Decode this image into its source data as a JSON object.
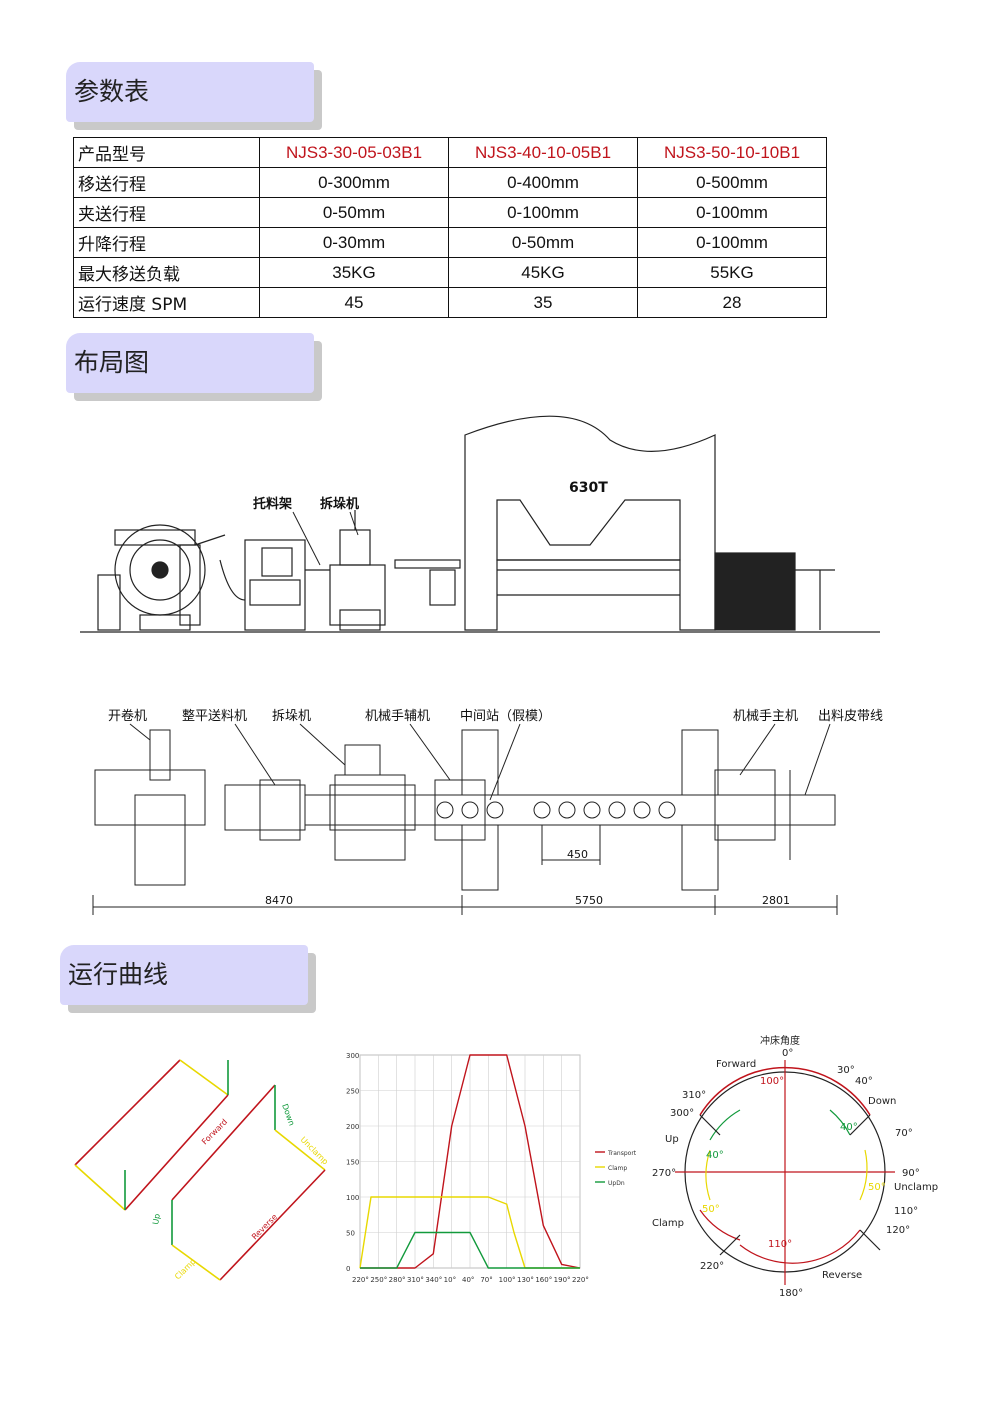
{
  "sections": {
    "params_title": "参数表",
    "layout_title": "布局图",
    "curve_title": "运行曲线"
  },
  "table": {
    "header": {
      "label": "产品型号",
      "models": [
        "NJS3-30-05-03B1",
        "NJS3-40-10-05B1",
        "NJS3-50-10-10B1"
      ]
    },
    "rows": [
      {
        "label": "移送行程",
        "values": [
          "0-300mm",
          "0-400mm",
          "0-500mm"
        ]
      },
      {
        "label": "夹送行程",
        "values": [
          "0-50mm",
          "0-100mm",
          "0-100mm"
        ]
      },
      {
        "label": "升降行程",
        "values": [
          "0-30mm",
          "0-50mm",
          "0-100mm"
        ]
      },
      {
        "label": "最大移送负载",
        "values": [
          "35KG",
          "45KG",
          "55KG"
        ]
      },
      {
        "label": "运行速度 SPM",
        "values": [
          "45",
          "35",
          "28"
        ]
      }
    ]
  },
  "layout_side": {
    "press_label": "630T",
    "label_a": "托料架",
    "label_b": "拆垛机"
  },
  "layout_top": {
    "labels": [
      "开卷机",
      "整平送料机",
      "拆垛机",
      "机械手辅机",
      "中间站（假模）",
      "机械手主机",
      "出料皮带线"
    ],
    "dims": [
      "8470",
      "5750",
      "2801"
    ],
    "pitch": "450"
  },
  "curve_left": {
    "forward": "Forward",
    "down": "Down",
    "unclamp": "Unclamp",
    "up": "Up",
    "clamp": "Clamp",
    "reverse": "Reverse"
  },
  "chart_data": {
    "type": "line",
    "x": [
      "220°",
      "250°",
      "280°",
      "310°",
      "340°",
      "10°",
      "40°",
      "70°",
      "100°",
      "130°",
      "160°",
      "190°",
      "220°"
    ],
    "ylim": [
      0,
      300
    ],
    "yticks": [
      "0",
      "50",
      "100",
      "150",
      "200",
      "250",
      "300"
    ],
    "series": [
      {
        "name": "Transport",
        "color": "#c0141c",
        "points": [
          [
            0,
            0
          ],
          [
            3,
            0
          ],
          [
            4,
            20
          ],
          [
            5,
            200
          ],
          [
            6,
            300
          ],
          [
            7,
            300
          ],
          [
            8,
            300
          ],
          [
            9,
            200
          ],
          [
            10,
            60
          ],
          [
            11,
            5
          ],
          [
            12,
            0
          ]
        ]
      },
      {
        "name": "Clamp",
        "color": "#e8d800",
        "points": [
          [
            0,
            0
          ],
          [
            0.6,
            100
          ],
          [
            1,
            100
          ],
          [
            2,
            100
          ],
          [
            3,
            100
          ],
          [
            4,
            100
          ],
          [
            5,
            100
          ],
          [
            6,
            100
          ],
          [
            7,
            100
          ],
          [
            8,
            90
          ],
          [
            8.4,
            50
          ],
          [
            9,
            0
          ],
          [
            12,
            0
          ]
        ]
      },
      {
        "name": "UpDn",
        "color": "#129a3c",
        "points": [
          [
            0,
            0
          ],
          [
            1,
            0
          ],
          [
            2,
            0
          ],
          [
            2.4,
            20
          ],
          [
            3,
            50
          ],
          [
            4,
            50
          ],
          [
            5,
            50
          ],
          [
            6,
            50
          ],
          [
            6.6,
            20
          ],
          [
            7,
            0
          ],
          [
            12,
            0
          ]
        ]
      }
    ]
  },
  "dial": {
    "title": "冲床角度",
    "angles": [
      "0°",
      "30°",
      "40°",
      "70°",
      "90°",
      "110°",
      "120°",
      "180°",
      "220°",
      "270°",
      "300°",
      "310°"
    ],
    "phases": {
      "forward": "Forward",
      "down": "Down",
      "unclamp": "Unclamp",
      "reverse": "Reverse",
      "clamp": "Clamp",
      "up": "Up"
    },
    "arc_labels": {
      "top": "100°",
      "right": "40°",
      "bottom": "110°",
      "left_up": "40°",
      "left_mid": "50°",
      "right_mid": "50°"
    }
  }
}
